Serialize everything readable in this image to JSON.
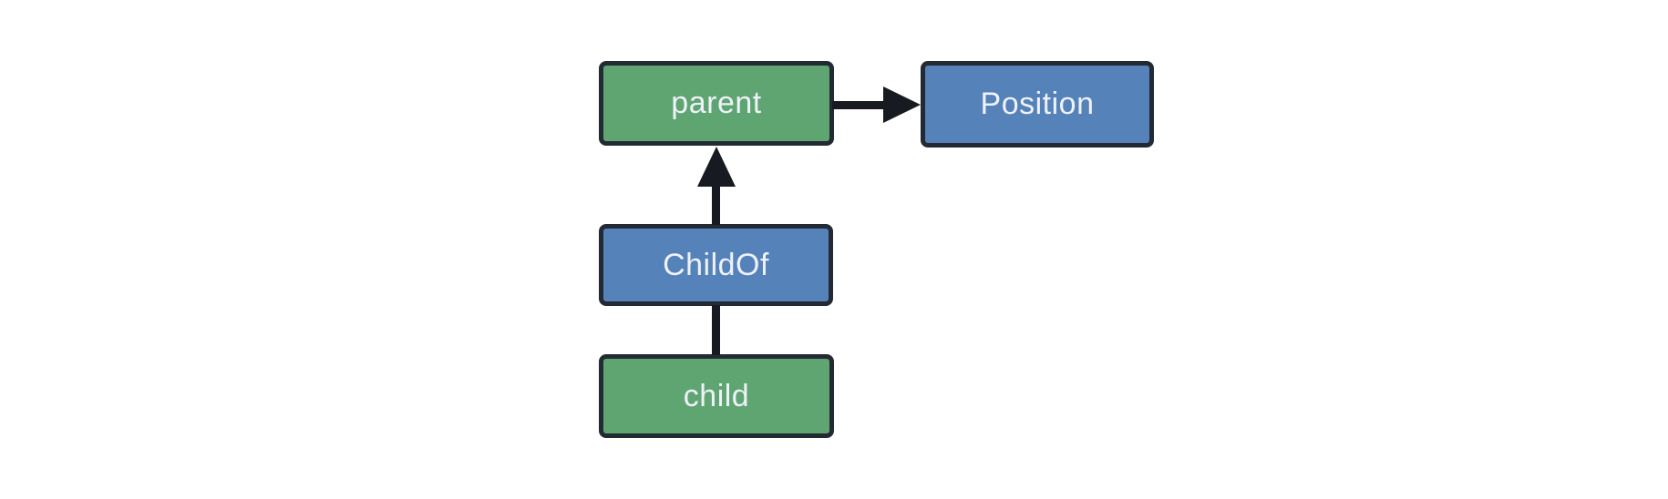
{
  "diagram": {
    "background_color": "#ffffff",
    "nodes": {
      "parent": {
        "label": "parent",
        "fill": "#5ea572",
        "text_color": "#eef1f8"
      },
      "position": {
        "label": "Position",
        "fill": "#5582b8",
        "text_color": "#eef1f8"
      },
      "childof": {
        "label": "ChildOf",
        "fill": "#5582b8",
        "text_color": "#eef1f8"
      },
      "child": {
        "label": "child",
        "fill": "#5ea572",
        "text_color": "#eef1f8"
      }
    },
    "edges": [
      {
        "from": "parent",
        "to": "Position",
        "style": "arrow",
        "direction": "right"
      },
      {
        "from": "ChildOf",
        "to": "parent",
        "style": "arrow",
        "direction": "up"
      },
      {
        "from": "child",
        "to": "ChildOf",
        "style": "line",
        "direction": "up"
      }
    ],
    "colors": {
      "node_green": "#5ea572",
      "node_blue": "#5582b8",
      "node_border": "#242a33",
      "edge": "#171a21",
      "label_text": "#eef1f8"
    }
  }
}
